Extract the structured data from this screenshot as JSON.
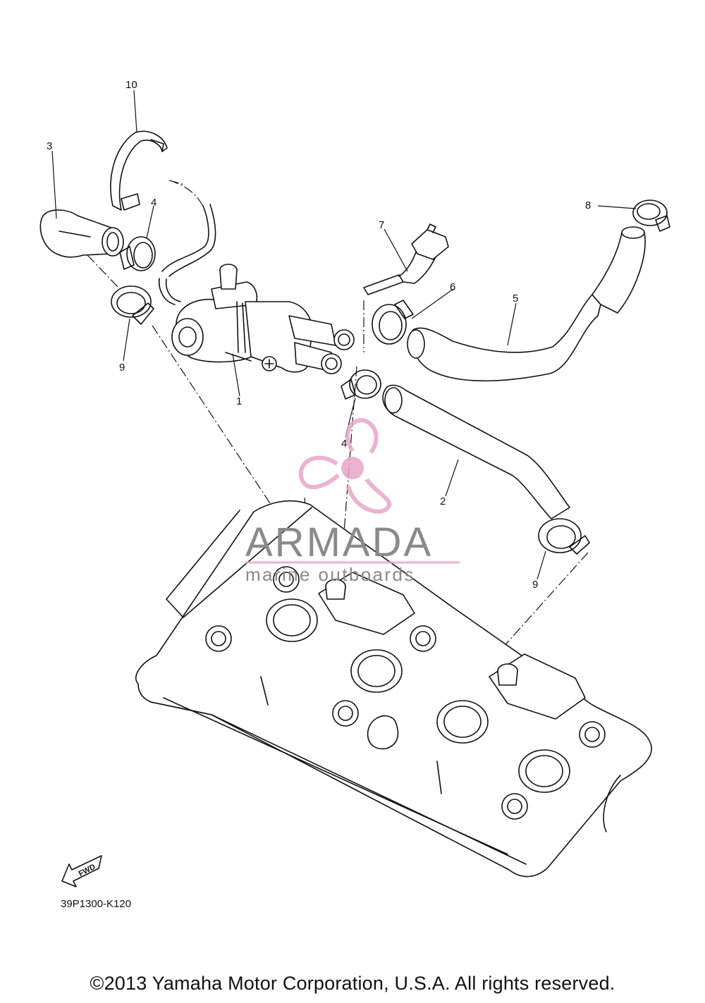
{
  "callouts": [
    {
      "id": "1",
      "label": "1"
    },
    {
      "id": "2",
      "label": "2"
    },
    {
      "id": "3",
      "label": "3"
    },
    {
      "id": "4a",
      "label": "4"
    },
    {
      "id": "4b",
      "label": "4"
    },
    {
      "id": "5",
      "label": "5"
    },
    {
      "id": "6",
      "label": "6"
    },
    {
      "id": "7",
      "label": "7"
    },
    {
      "id": "8",
      "label": "8"
    },
    {
      "id": "9a",
      "label": "9"
    },
    {
      "id": "9b",
      "label": "9"
    },
    {
      "id": "10",
      "label": "10"
    }
  ],
  "fwd_label": "FWD",
  "diagram_code": "39P1300-K120",
  "watermark": {
    "title": "ARMADA",
    "subtitle": "marine outboards",
    "accent_color": "#e7a6c8"
  },
  "copyright": "©2013 Yamaha Motor Corporation, U.S.A. All rights reserved."
}
